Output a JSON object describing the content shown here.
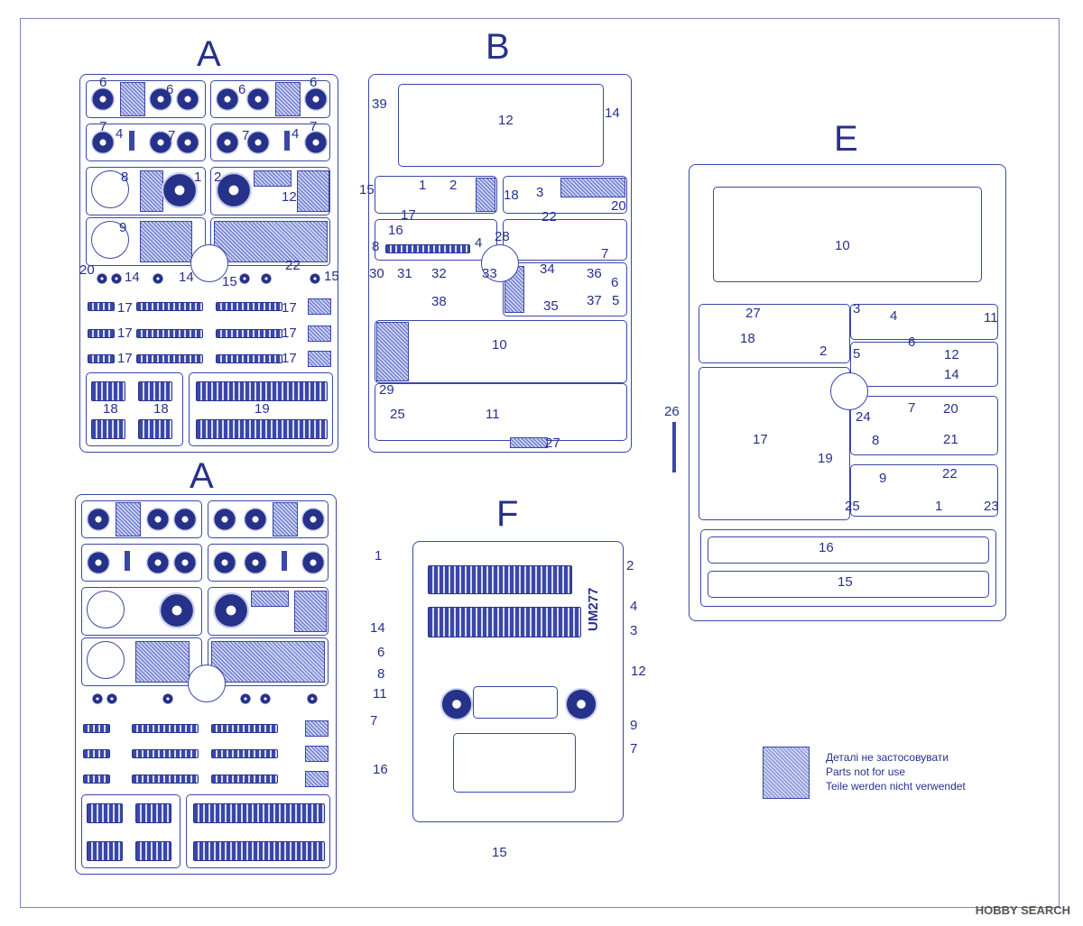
{
  "sprues": {
    "a_top": {
      "letter": "A"
    },
    "b": {
      "letter": "B"
    },
    "e": {
      "letter": "E"
    },
    "a_bottom": {
      "letter": "A"
    },
    "f": {
      "letter": "F"
    }
  },
  "a_labels": [
    "6",
    "6",
    "6",
    "6",
    "7",
    "4",
    "7",
    "7",
    "4",
    "7",
    "8",
    "1",
    "2",
    "12",
    "9",
    "20",
    "14",
    "14",
    "15",
    "22",
    "15",
    "17",
    "17",
    "17",
    "17",
    "17",
    "17",
    "18",
    "18",
    "19"
  ],
  "b_labels": [
    "39",
    "12",
    "14",
    "15",
    "1",
    "2",
    "18",
    "3",
    "20",
    "17",
    "22",
    "16",
    "28",
    "8",
    "4",
    "7",
    "30",
    "31",
    "32",
    "33",
    "34",
    "36",
    "6",
    "38",
    "35",
    "37",
    "5",
    "10",
    "29",
    "25",
    "11",
    "27"
  ],
  "e_labels": [
    "10",
    "27",
    "3",
    "4",
    "11",
    "18",
    "2",
    "5",
    "6",
    "12",
    "14",
    "24",
    "7",
    "20",
    "17",
    "8",
    "21",
    "19",
    "9",
    "22",
    "25",
    "1",
    "23",
    "16",
    "15",
    "26"
  ],
  "f_labels": [
    "1",
    "2",
    "4",
    "3",
    "14",
    "6",
    "12",
    "8",
    "11",
    "9",
    "7",
    "7",
    "16",
    "15"
  ],
  "f_code": "UM277",
  "legend": {
    "line1": "Деталі не застосовувати",
    "line2": "Parts not for use",
    "line3": "Teile werden nicht verwendet"
  },
  "watermark": "HOBBY SEARCH",
  "colors": {
    "ink": "#26318a",
    "line": "#3a47a8",
    "hatch": "#c9cff0"
  }
}
